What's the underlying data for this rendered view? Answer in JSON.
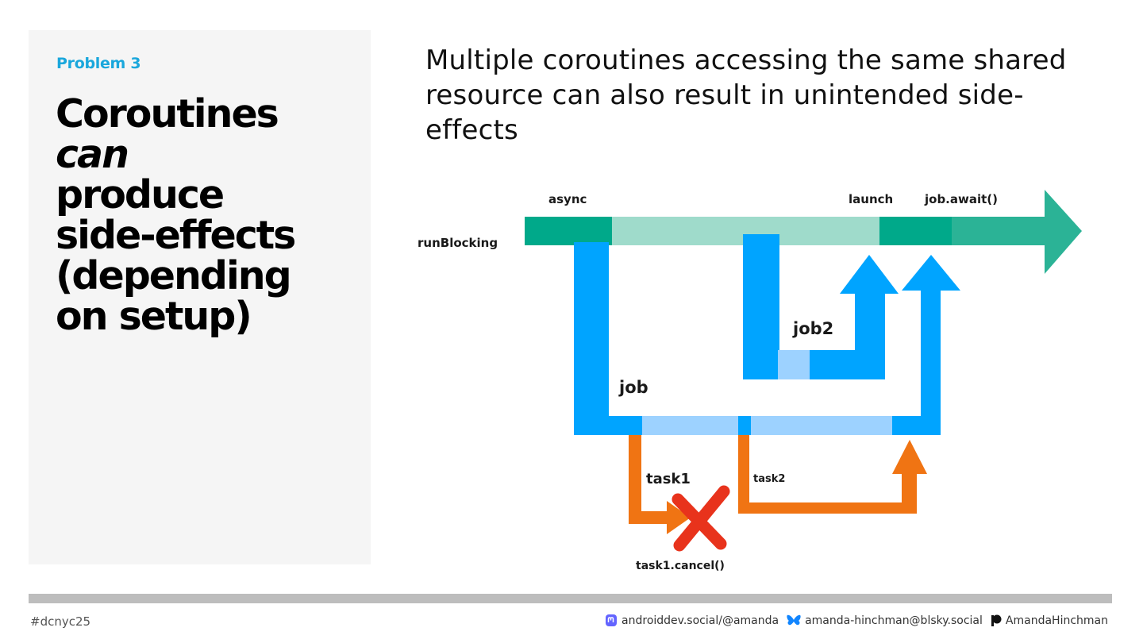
{
  "slide": {
    "eyebrow": "Problem 3",
    "title_lines": [
      {
        "text": "Coroutines",
        "italic": false
      },
      {
        "text": "can",
        "italic": true
      },
      {
        "text": "produce",
        "italic": false
      },
      {
        "text": "side-effects",
        "italic": false
      },
      {
        "text": "(depending",
        "italic": false
      },
      {
        "text": "on setup)",
        "italic": false
      }
    ],
    "description": "Multiple coroutines accessing the same shared resource can also result in unintended side-effects"
  },
  "diagram": {
    "labels": {
      "async": "async",
      "launch": "launch",
      "job_await": "job.await()",
      "run_blocking": "runBlocking",
      "job2": "job2",
      "job": "job",
      "task1": "task1",
      "task2": "task2",
      "task1_cancel": "task1.cancel()"
    },
    "colors": {
      "main_dark": "#00a98a",
      "main_light": "#9fdbcb",
      "main_arrow": "#2bb396",
      "job_blue": "#00a4ff",
      "job_light": "#9dd2ff",
      "task_orange": "#f07413",
      "cancel_red": "#e8331c"
    }
  },
  "footer": {
    "hashtag": "#dcnyc25",
    "mastodon": "androiddev.social/@amanda",
    "bluesky": "amanda-hinchman@blsky.social",
    "patreon": "AmandaHinchman"
  }
}
